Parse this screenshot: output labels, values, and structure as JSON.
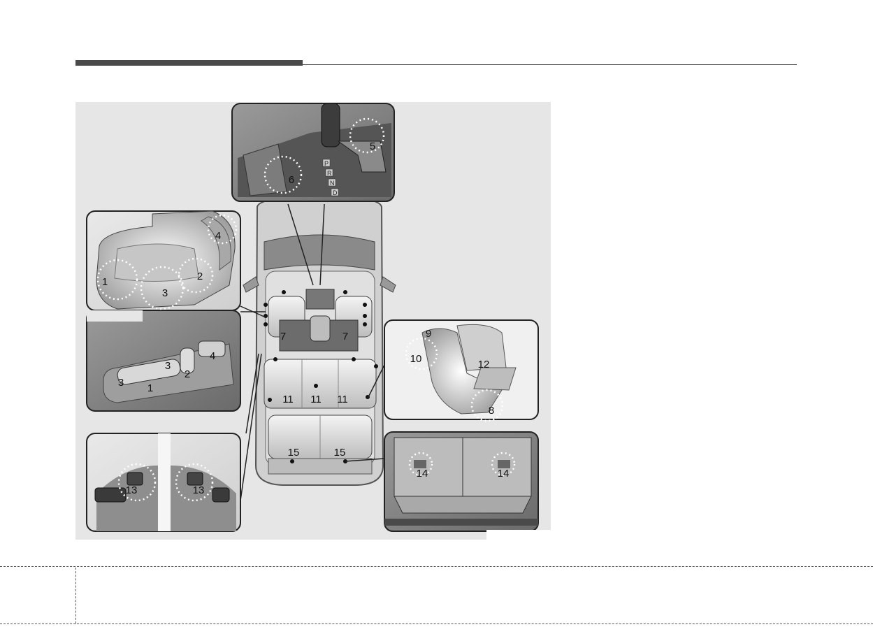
{
  "figure": {
    "callouts": {
      "seat_1": "1",
      "seat_2": "2",
      "seat_3": "3",
      "seat_4": "4",
      "switch_3a": "3",
      "switch_3b": "3",
      "switch_1": "1",
      "switch_2": "2",
      "switch_4": "4",
      "shift_5": "5",
      "shift_6": "6",
      "front_7a": "7",
      "front_7b": "7",
      "rear_8": "8",
      "rear_9": "9",
      "rear_10": "10",
      "rear_12": "12",
      "row2_11a": "11",
      "row2_11b": "11",
      "row2_11c": "11",
      "row3_15a": "15",
      "row3_15b": "15",
      "door_13a": "13",
      "door_13b": "13",
      "cargo_14a": "14",
      "cargo_14b": "14"
    },
    "gear_letters": [
      "P",
      "R",
      "N",
      "D"
    ]
  }
}
